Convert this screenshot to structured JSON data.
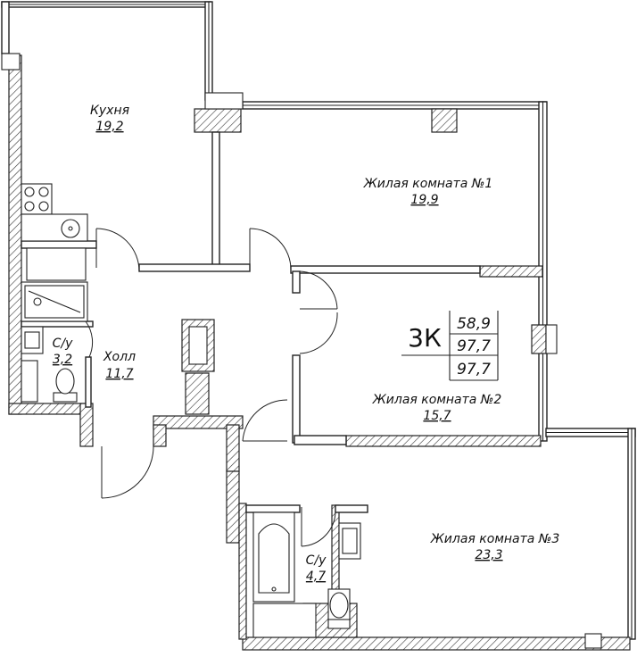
{
  "rooms": {
    "kitchen": {
      "name": "Кухня",
      "area": "19,2"
    },
    "living1": {
      "name": "Жилая комната №1",
      "area": "19,9"
    },
    "living2": {
      "name": "Жилая комната №2",
      "area": "15,7"
    },
    "living3": {
      "name": "Жилая комната №3",
      "area": "23,3"
    },
    "hall": {
      "name": "Холл",
      "area": "11,7"
    },
    "bath1": {
      "name": "С/у",
      "area": "3,2"
    },
    "bath2": {
      "name": "С/у",
      "area": "4,7"
    }
  },
  "summary": {
    "type": "3К",
    "living_area": "58,9",
    "total_area": "97,7",
    "total_area_with_balcony": "97,7"
  }
}
